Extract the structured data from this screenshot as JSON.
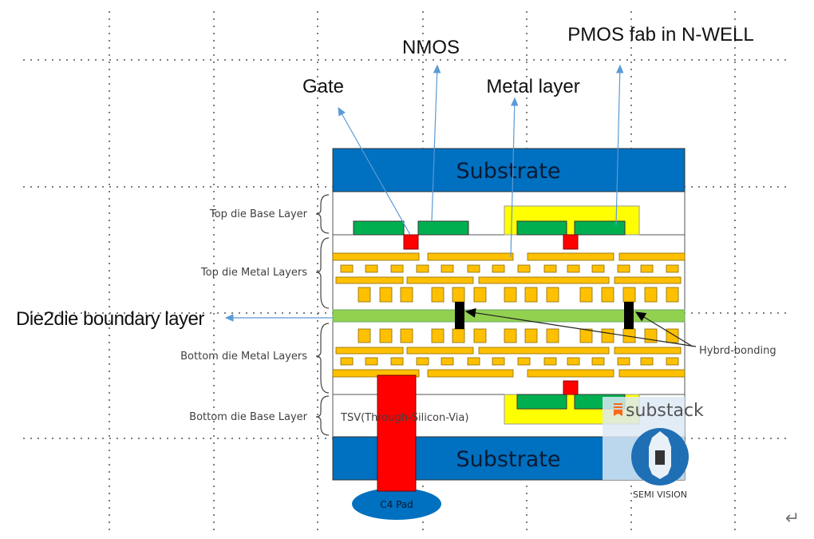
{
  "labels": {
    "gate": "Gate",
    "nmos": "NMOS",
    "metal_layer": "Metal layer",
    "pmos": "PMOS fab in N-WELL",
    "die2die": "Die2die boundary layer",
    "top_base": "Top die Base Layer",
    "top_metal": "Top die Metal Layers",
    "bottom_metal": "Bottom die Metal Layers",
    "bottom_base": "Bottom die Base Layer",
    "substrate_top": "Substrate",
    "substrate_bottom": "Substrate",
    "tsv": "TSV(Through-Silicon-Via)",
    "c4": "C4 Pad",
    "hybrid": "Hybrd-bonding"
  },
  "watermark": {
    "substack": "substack",
    "semi_vision": "SEMI VISION"
  },
  "return_glyph": "↵",
  "colors": {
    "substrate": "#0070c0",
    "nmos": "#00b050",
    "nwell": "#ffff00",
    "gate": "#ff0000",
    "metal": "#ffc000",
    "boundary": "#92d050",
    "bond": "#000000",
    "arrow": "#5b9bd5"
  }
}
